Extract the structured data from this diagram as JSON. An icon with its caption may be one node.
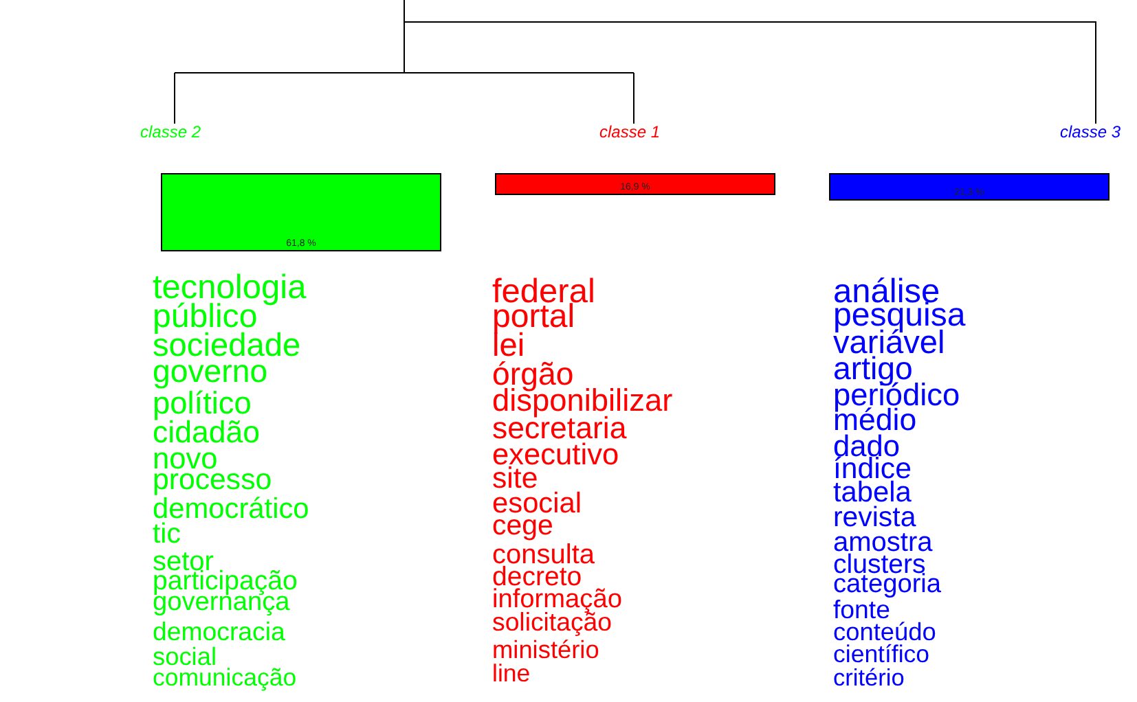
{
  "diagram": {
    "nodes": [
      {
        "text": [
          "61,8 %"
        ],
        "beside": [
          "classe  2",
          "tecnologia",
          "público",
          "sociedade",
          "governo",
          "político",
          "cidadão",
          "novo",
          "processo",
          "democrático",
          "tic",
          "setor",
          "participação",
          "governança",
          "democracia",
          "social",
          "comunicação"
        ]
      },
      {
        "text": [
          "16,9 %"
        ],
        "beside": [
          "classe  1",
          "federal",
          "portal",
          "lei",
          "órgão",
          "disponibilizar",
          "secretaria",
          "executivo",
          "site",
          "esocial",
          "cege",
          "consulta",
          "decreto",
          "informação",
          "solicitação",
          "ministério",
          "line"
        ]
      },
      {
        "text": [
          "21,3 %"
        ],
        "beside": [
          "classe  3",
          "análise",
          "pesquisa",
          "variável",
          "artigo",
          "periódico",
          "médio",
          "dado",
          "índice",
          "tabela",
          "revista",
          "amostra",
          "clusters",
          "categoria",
          "fonte",
          "conteúdo",
          "científico",
          "critério"
        ]
      }
    ]
  }
}
